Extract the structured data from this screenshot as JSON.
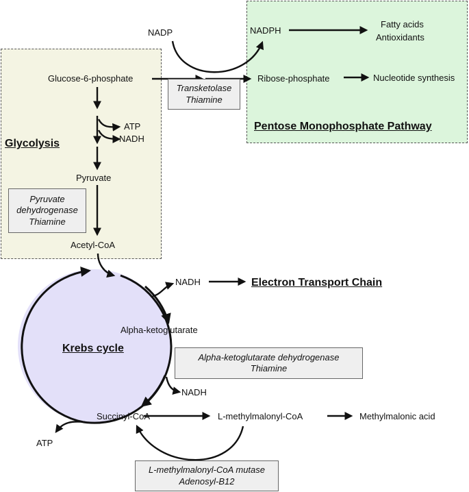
{
  "regions": {
    "glycolysis_title": "Glycolysis",
    "ppp_title": "Pentose Monophosphate Pathway",
    "krebs_title": "Krebs cycle",
    "etc_title": "Electron Transport Chain"
  },
  "metabolites": {
    "g6p": "Glucose-6-phosphate",
    "nadp": "NADP",
    "nadph_top": "NADPH",
    "fatty_acids": "Fatty acids",
    "antioxidants": "Antioxidants",
    "ribose": "Ribose-phosphate",
    "nucleotide": "Nucleotide synthesis",
    "atp_gly": "ATP",
    "nadh_gly": "NADH",
    "pyruvate": "Pyruvate",
    "acetyl_coa": "Acetyl-CoA",
    "nadh_krebs1": "NADH",
    "akg": "Alpha-ketoglutarate",
    "nadh_krebs2": "NADH",
    "succinyl": "Succinyl-CoA",
    "lmm": "L-methylmalonyl-CoA",
    "mma": "Methylmalonic acid",
    "atp_krebs": "ATP"
  },
  "enzymes": {
    "transketolase": {
      "line1": "Transketolase",
      "line2": "Thiamine"
    },
    "pdh": {
      "line1": "Pyruvate",
      "line2": "dehydrogenase",
      "line3": "Thiamine"
    },
    "akgdh": {
      "line1": "Alpha-ketoglutarate dehydrogenase",
      "line2": "Thiamine"
    },
    "mcm": {
      "line1": "L-methylmalonyl-CoA mutase",
      "line2": "Adenosyl-B12"
    }
  },
  "colors": {
    "glycolysis_bg": "#f4f4e3",
    "ppp_bg": "#dcf5dc",
    "krebs_fill": "#e3e0f9",
    "enzyme_bg": "#efefef"
  }
}
